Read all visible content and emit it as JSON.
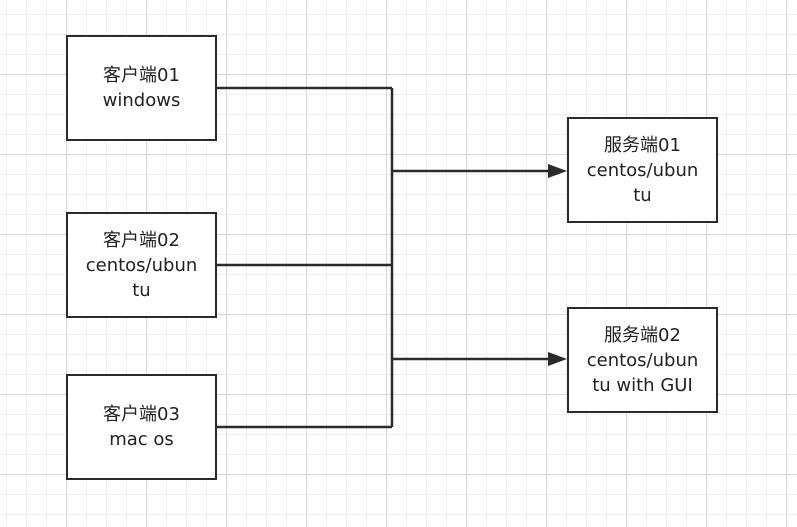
{
  "diagram": {
    "nodes": [
      {
        "id": "client-01",
        "label": "客户端01\nwindows"
      },
      {
        "id": "client-02",
        "label": "客户端02\ncentos/ubun\ntu"
      },
      {
        "id": "client-03",
        "label": "客户端03\nmac os"
      },
      {
        "id": "server-01",
        "label": "服务端01\ncentos/ubun\ntu"
      },
      {
        "id": "server-02",
        "label": "服务端02\ncentos/ubun\ntu with GUI"
      }
    ],
    "edges": [
      {
        "from": "client-01",
        "to": "server-01"
      },
      {
        "from": "client-01",
        "to": "server-02"
      },
      {
        "from": "client-02",
        "to": "server-01"
      },
      {
        "from": "client-02",
        "to": "server-02"
      },
      {
        "from": "client-03",
        "to": "server-01"
      },
      {
        "from": "client-03",
        "to": "server-02"
      }
    ],
    "colors": {
      "stroke": "#2b2b2b",
      "box_fill": "#ffffff",
      "grid": "#d9d9d9"
    }
  }
}
